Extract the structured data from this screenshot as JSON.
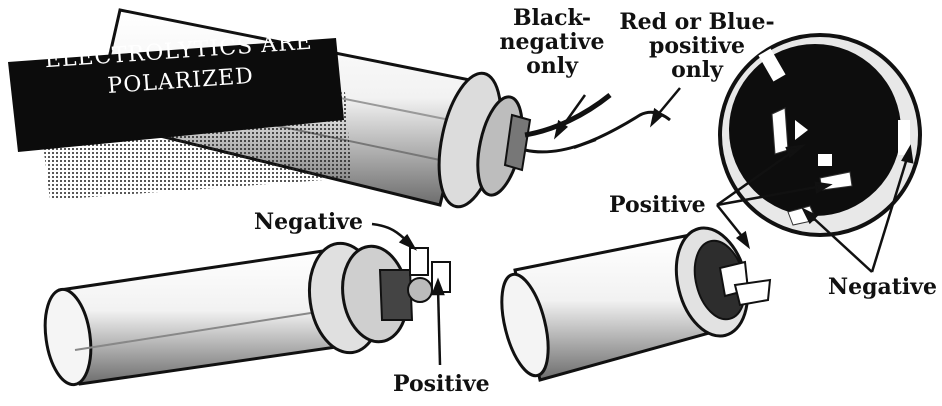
{
  "banner": {
    "line1": "ELECTROLYTICS ARE",
    "line2": "POLARIZED"
  },
  "labels": {
    "black_wire": {
      "line1": "Black-",
      "line2": "negative",
      "line3": "only"
    },
    "red_blue_wire": {
      "line1": "Red or Blue-",
      "line2": "positive",
      "line3": "only"
    },
    "negative_left": "Negative",
    "positive_left": "Positive",
    "positive_right": "Positive",
    "negative_right": "Negative"
  }
}
